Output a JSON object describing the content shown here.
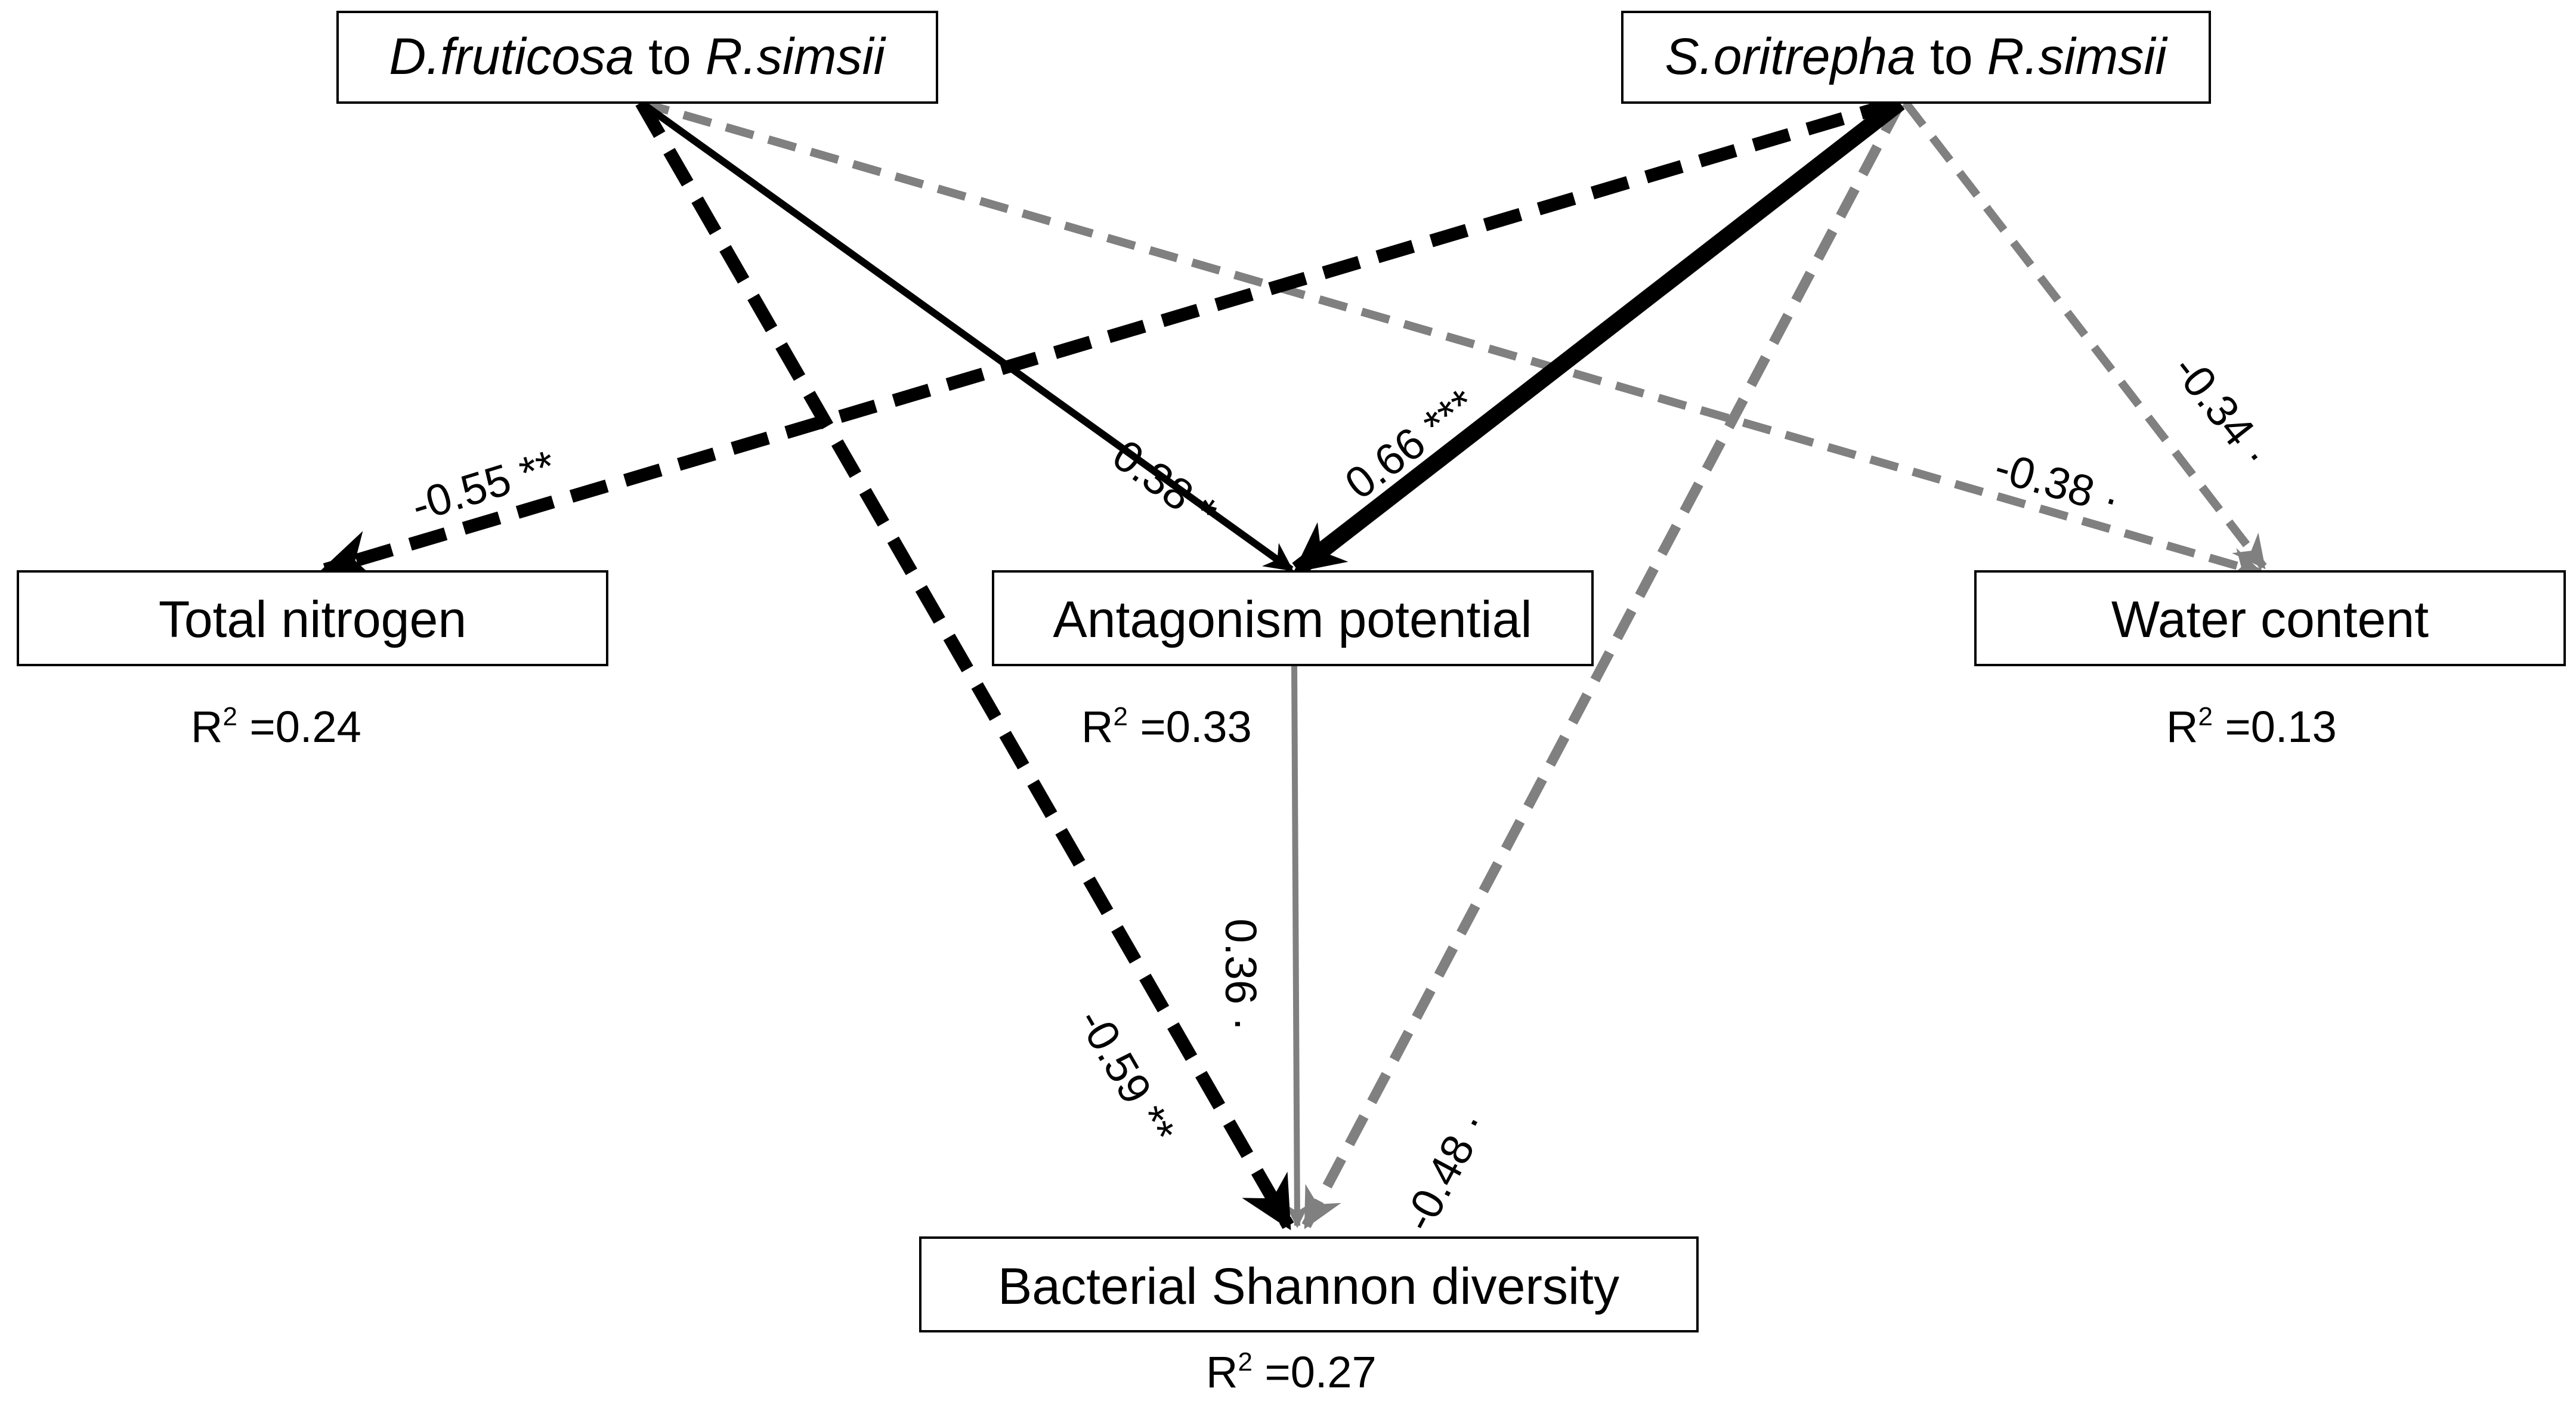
{
  "nodes": {
    "dfruticosa": {
      "italic1": "D.fruticosa",
      "mid": " to ",
      "italic2": "R.simsii"
    },
    "soritrepha": {
      "italic1": "S.oritrepha",
      "mid": " to ",
      "italic2": "R.simsii"
    },
    "total_nitrogen": {
      "label": "Total nitrogen",
      "r2_prefix": "R",
      "r2_sup": "2",
      "r2_value": " =0.24"
    },
    "antagonism": {
      "label": "Antagonism potential",
      "r2_prefix": "R",
      "r2_sup": "2",
      "r2_value": " =0.33"
    },
    "water_content": {
      "label": "Water content",
      "r2_prefix": "R",
      "r2_sup": "2",
      "r2_value": " =0.13"
    },
    "shannon": {
      "label": "Bacterial Shannon diversity",
      "r2_prefix": "R",
      "r2_sup": "2",
      "r2_value": " =0.27"
    }
  },
  "edges": [
    {
      "id": "dfru-to-antagonism",
      "from": "dfruticosa",
      "to": "antagonism",
      "label": "0.38 *",
      "sign": "positive",
      "significance": "*",
      "color": "#000000"
    },
    {
      "id": "dfru-to-shannon",
      "from": "dfruticosa",
      "to": "shannon",
      "label": "-0.59 **",
      "sign": "negative",
      "significance": "**",
      "color": "#000000"
    },
    {
      "id": "dfru-to-water",
      "from": "dfruticosa",
      "to": "water_content",
      "label": "-0.38 ·",
      "sign": "negative",
      "significance": "·",
      "color": "#808080"
    },
    {
      "id": "sori-to-nitrogen",
      "from": "soritrepha",
      "to": "total_nitrogen",
      "label": "-0.55 **",
      "sign": "negative",
      "significance": "**",
      "color": "#000000"
    },
    {
      "id": "sori-to-antagonism",
      "from": "soritrepha",
      "to": "antagonism",
      "label": "0.66 ***",
      "sign": "positive",
      "significance": "***",
      "color": "#000000"
    },
    {
      "id": "sori-to-shannon",
      "from": "soritrepha",
      "to": "shannon",
      "label": "-0.48 ·",
      "sign": "negative",
      "significance": "·",
      "color": "#808080"
    },
    {
      "id": "sori-to-water",
      "from": "soritrepha",
      "to": "water_content",
      "label": "-0.34 ·",
      "sign": "negative",
      "significance": "·",
      "color": "#808080"
    },
    {
      "id": "antagonism-to-shannon",
      "from": "antagonism",
      "to": "shannon",
      "label": "0.36 ·",
      "sign": "positive",
      "significance": "·",
      "color": "#808080"
    }
  ]
}
